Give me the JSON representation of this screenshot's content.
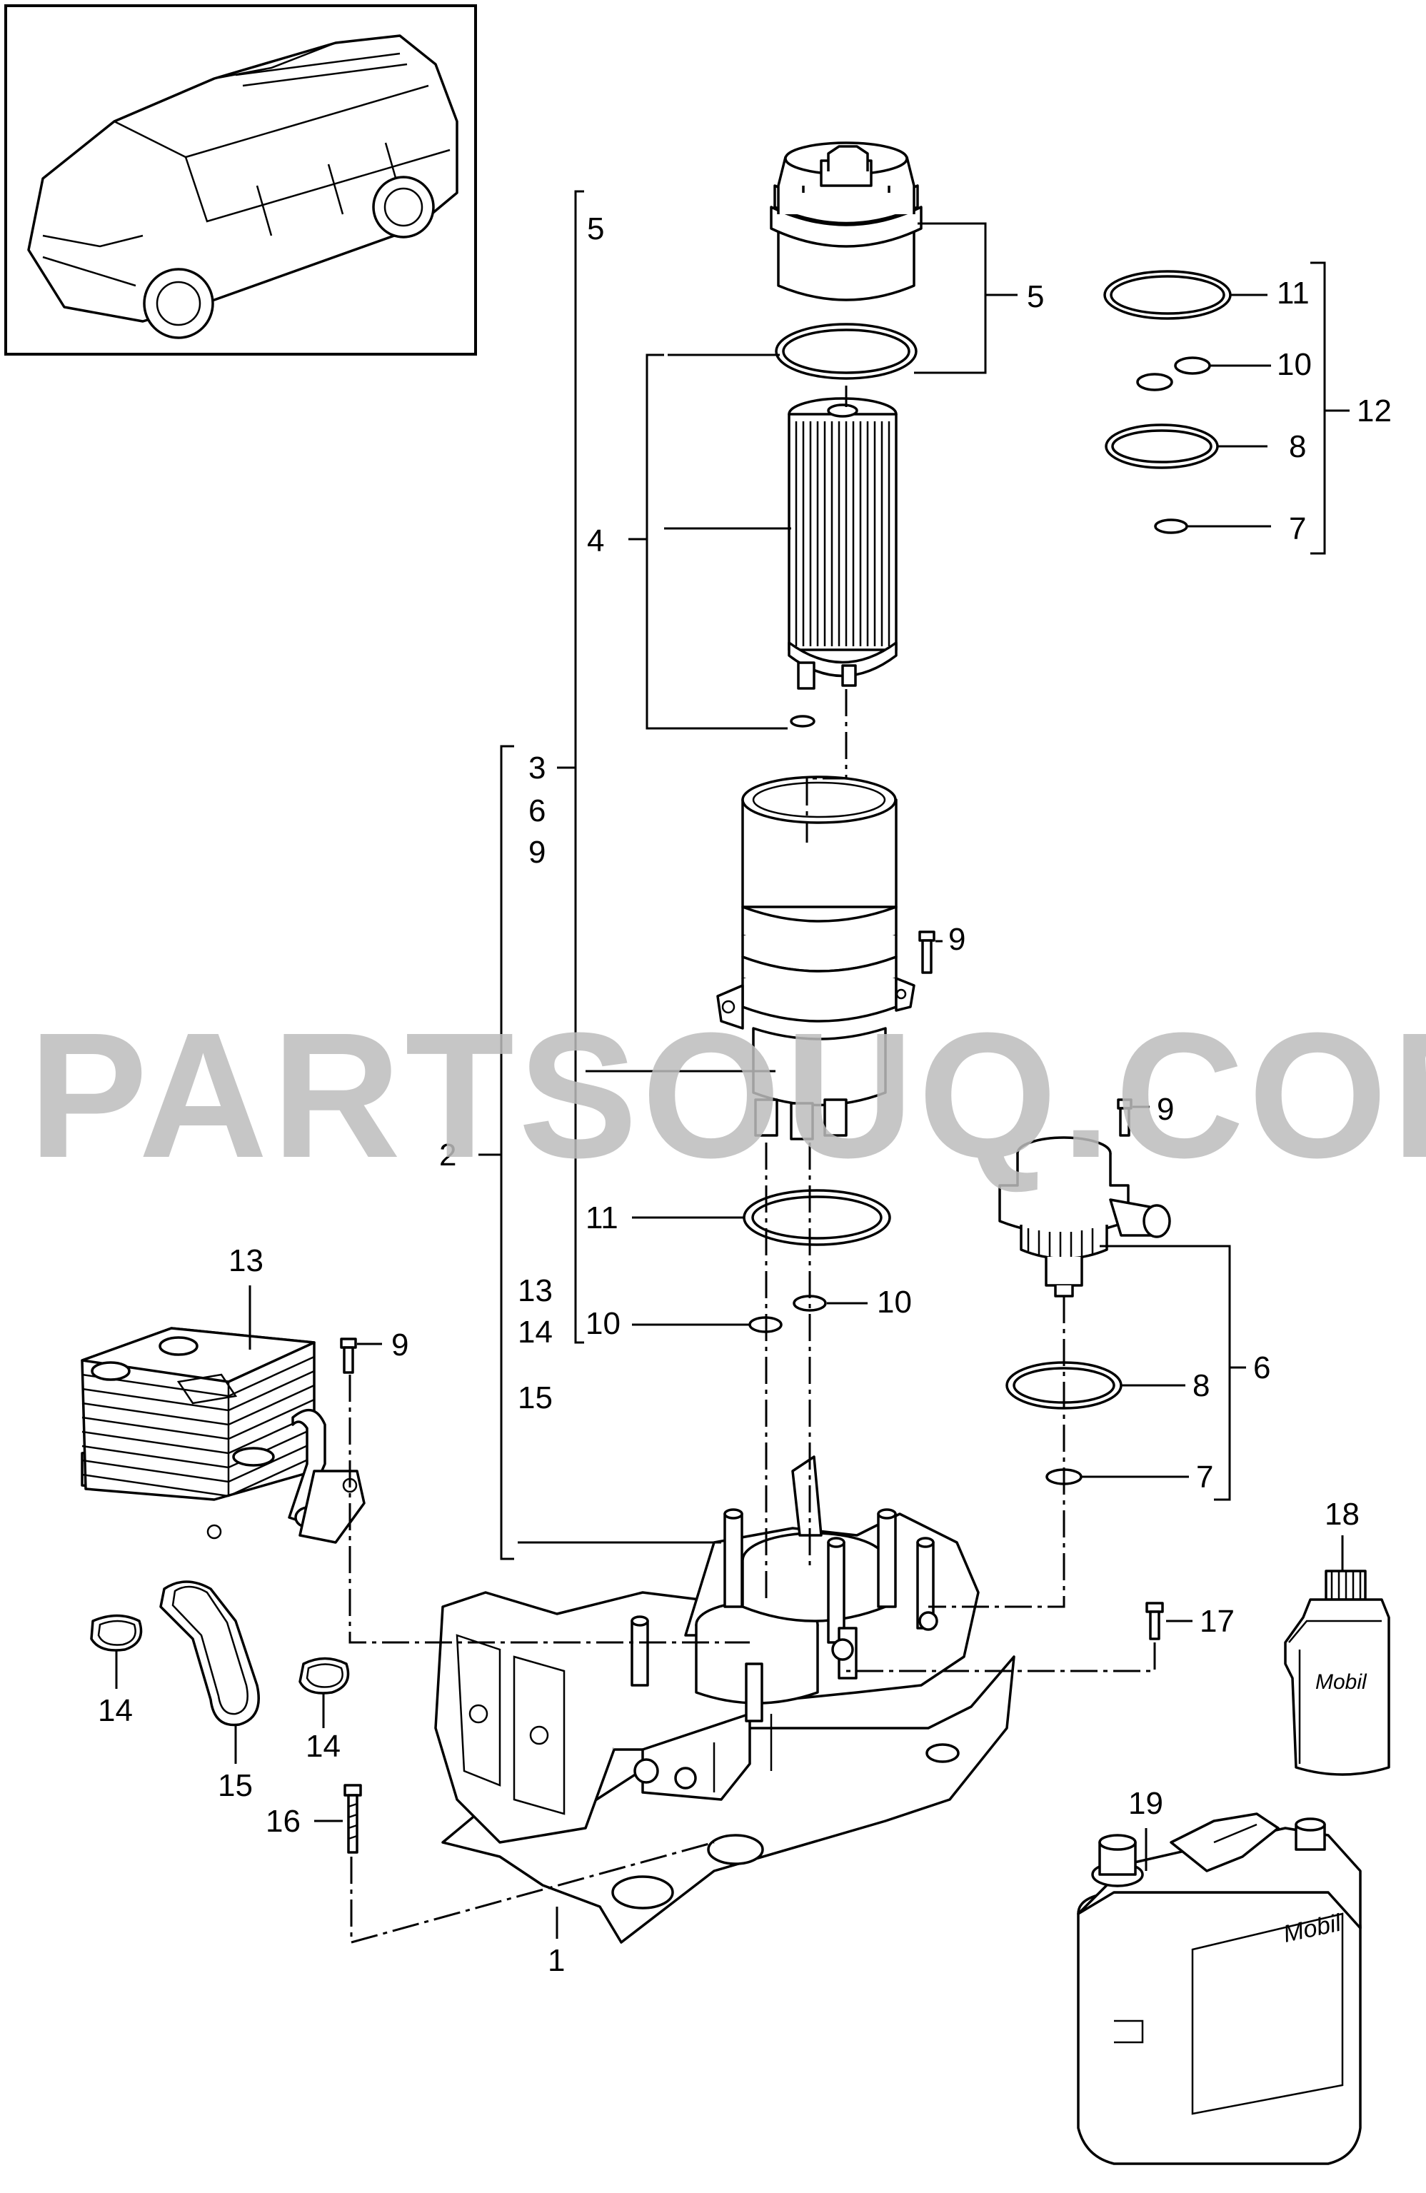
{
  "watermark": "PARTSOUQ.COM",
  "brand_bottle": "Mobil",
  "brand_canister": "Mobil",
  "callouts": {
    "c5_top_left": "5",
    "c5_cap": "5",
    "c11_right": "11",
    "c10_right": "10",
    "c12": "12",
    "c8_right": "8",
    "c7_right": "7",
    "c4": "4",
    "c3": "3",
    "c6_group": "6",
    "c9_group": "9",
    "c9_housing": "9",
    "c9_separator": "9",
    "c2": "2",
    "c11_housing": "11",
    "c13_group": "13",
    "c14_group": "14",
    "c15_group": "15",
    "c10_left": "10",
    "c10_mid": "10",
    "c13_cooler": "13",
    "c9_cooler": "9",
    "c8_separator": "8",
    "c6_separator": "6",
    "c7_separator": "7",
    "c18": "18",
    "c17": "17",
    "c14_left": "14",
    "c14_right": "14",
    "c15_gasket": "15",
    "c16": "16",
    "c19": "19",
    "c1": "1"
  }
}
